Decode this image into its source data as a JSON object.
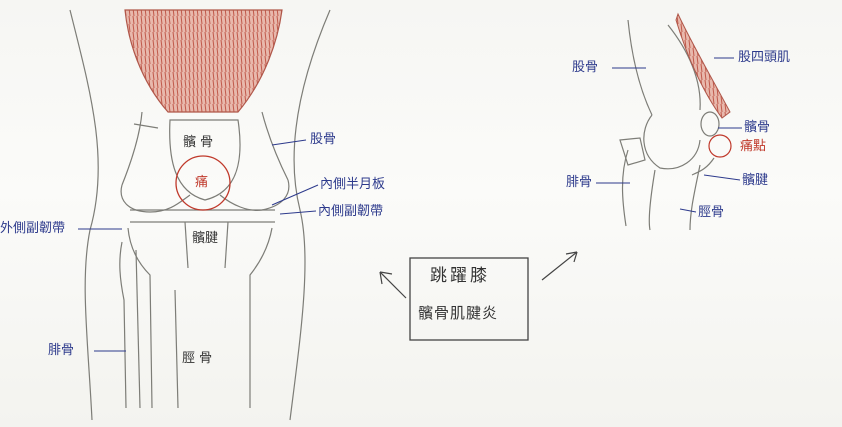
{
  "left_view": {
    "labels": {
      "patella": "髕 骨",
      "pain": "痛",
      "femur": "股骨",
      "medial_meniscus": "內側半月板",
      "medial_collateral_ligament": "內側副韌帶",
      "lateral_collateral_ligament": "外側副韌帶",
      "patellar_tendon": "髕腱",
      "fibula": "腓骨",
      "tibia": "脛 骨"
    }
  },
  "right_view": {
    "labels": {
      "femur": "股骨",
      "quadriceps": "股四頭肌",
      "patella": "髕骨",
      "pain_point": "痛點",
      "patellar_tendon": "髕腱",
      "fibula": "腓骨",
      "tibia": "脛骨"
    }
  },
  "center_box": {
    "line1": "跳躍膝",
    "line2": "髕骨肌腱炎"
  },
  "colors": {
    "ink_blue": "#2d3a8c",
    "ink_red": "#c0392b",
    "muscle": "#c96a5a",
    "pencil": "#7a7a74"
  }
}
